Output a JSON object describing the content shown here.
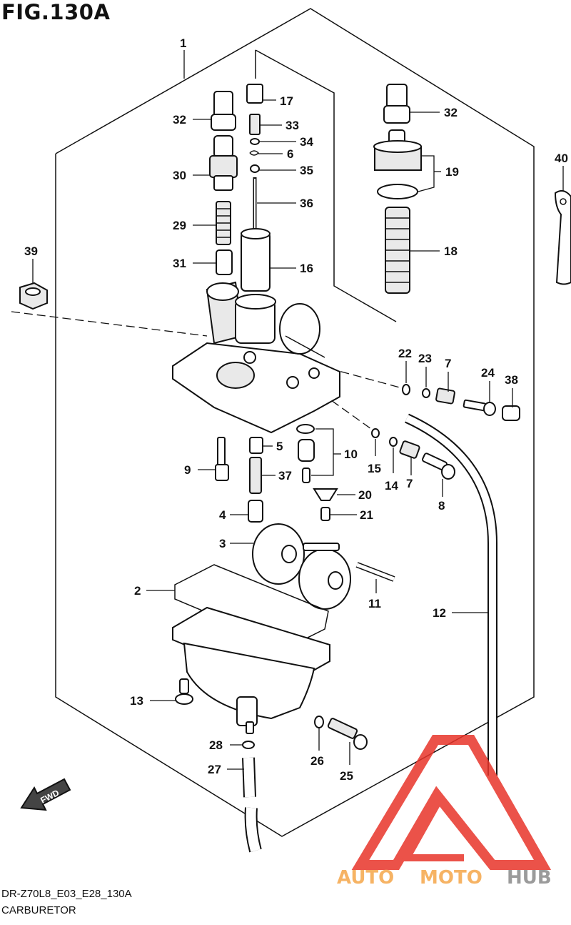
{
  "figure": {
    "title": "FIG.130A",
    "code": "DR-Z70L8_E03_E28_130A",
    "name": "CARBURETOR"
  },
  "direction_badge": "FWD",
  "watermark": {
    "text_left": "AUTO",
    "text_mid": "MOTO",
    "text_right": "HUB",
    "color_red": "#e8342a",
    "color_orange": "#f5a64a",
    "color_gray": "#8a8a8a"
  },
  "callouts": {
    "c1": "1",
    "c2": "2",
    "c3": "3",
    "c4": "4",
    "c5": "5",
    "c6": "6",
    "c7a": "7",
    "c7b": "7",
    "c8": "8",
    "c9": "9",
    "c10": "10",
    "c11": "11",
    "c12": "12",
    "c13": "13",
    "c14": "14",
    "c15": "15",
    "c16": "16",
    "c17": "17",
    "c18": "18",
    "c19": "19",
    "c20": "20",
    "c21": "21",
    "c22": "22",
    "c23": "23",
    "c24": "24",
    "c25": "25",
    "c26": "26",
    "c27": "27",
    "c28": "28",
    "c29": "29",
    "c30": "30",
    "c31": "31",
    "c32a": "32",
    "c32b": "32",
    "c33": "33",
    "c34": "34",
    "c35": "35",
    "c36": "36",
    "c37": "37",
    "c38": "38",
    "c39": "39",
    "c40": "40"
  }
}
